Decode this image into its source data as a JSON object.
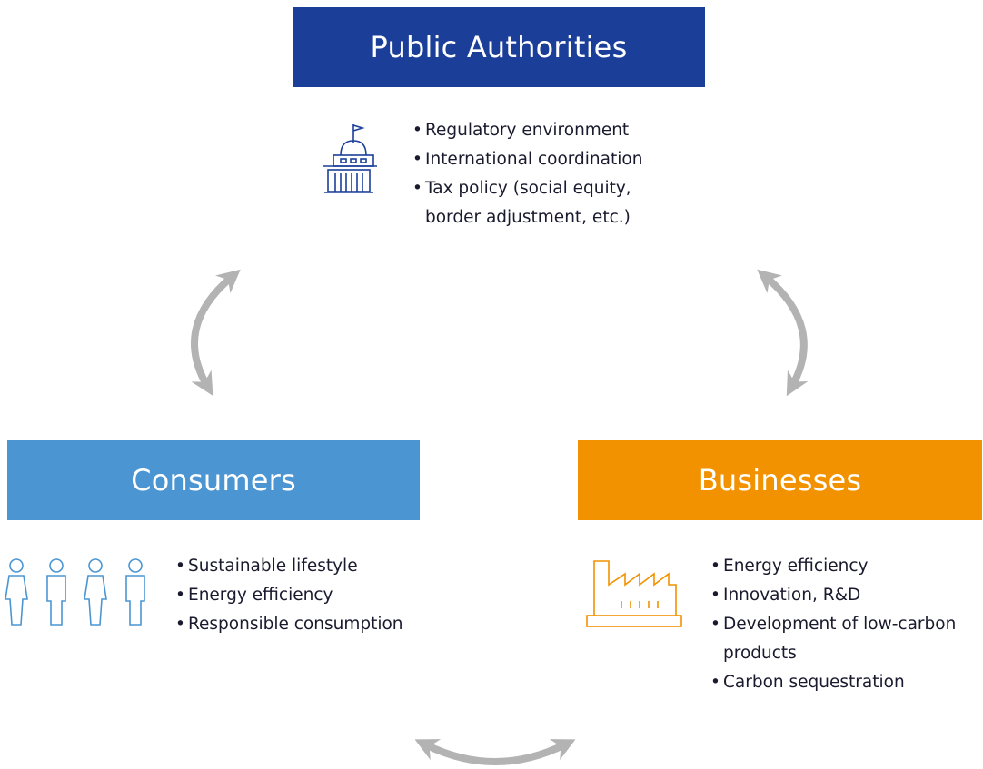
{
  "public_authorities": {
    "title": "Public Authorities",
    "items": [
      "Regulatory environment",
      "International coordination",
      "Tax policy (social equity, border adjustment, etc.)"
    ],
    "color": "#1b3f99",
    "icon": "government-building-icon"
  },
  "consumers": {
    "title": "Consumers",
    "items": [
      "Sustainable lifestyle",
      "Energy efficiency",
      "Responsible consumption"
    ],
    "color": "#4b96d2",
    "icon": "people-icon"
  },
  "businesses": {
    "title": "Businesses",
    "items": [
      "Energy efficiency",
      "Innovation, R&D",
      "Development of low-carbon products",
      "Carbon sequestration"
    ],
    "color": "#f29200",
    "icon": "factory-icon"
  },
  "arrow_color": "#b3b3b3"
}
